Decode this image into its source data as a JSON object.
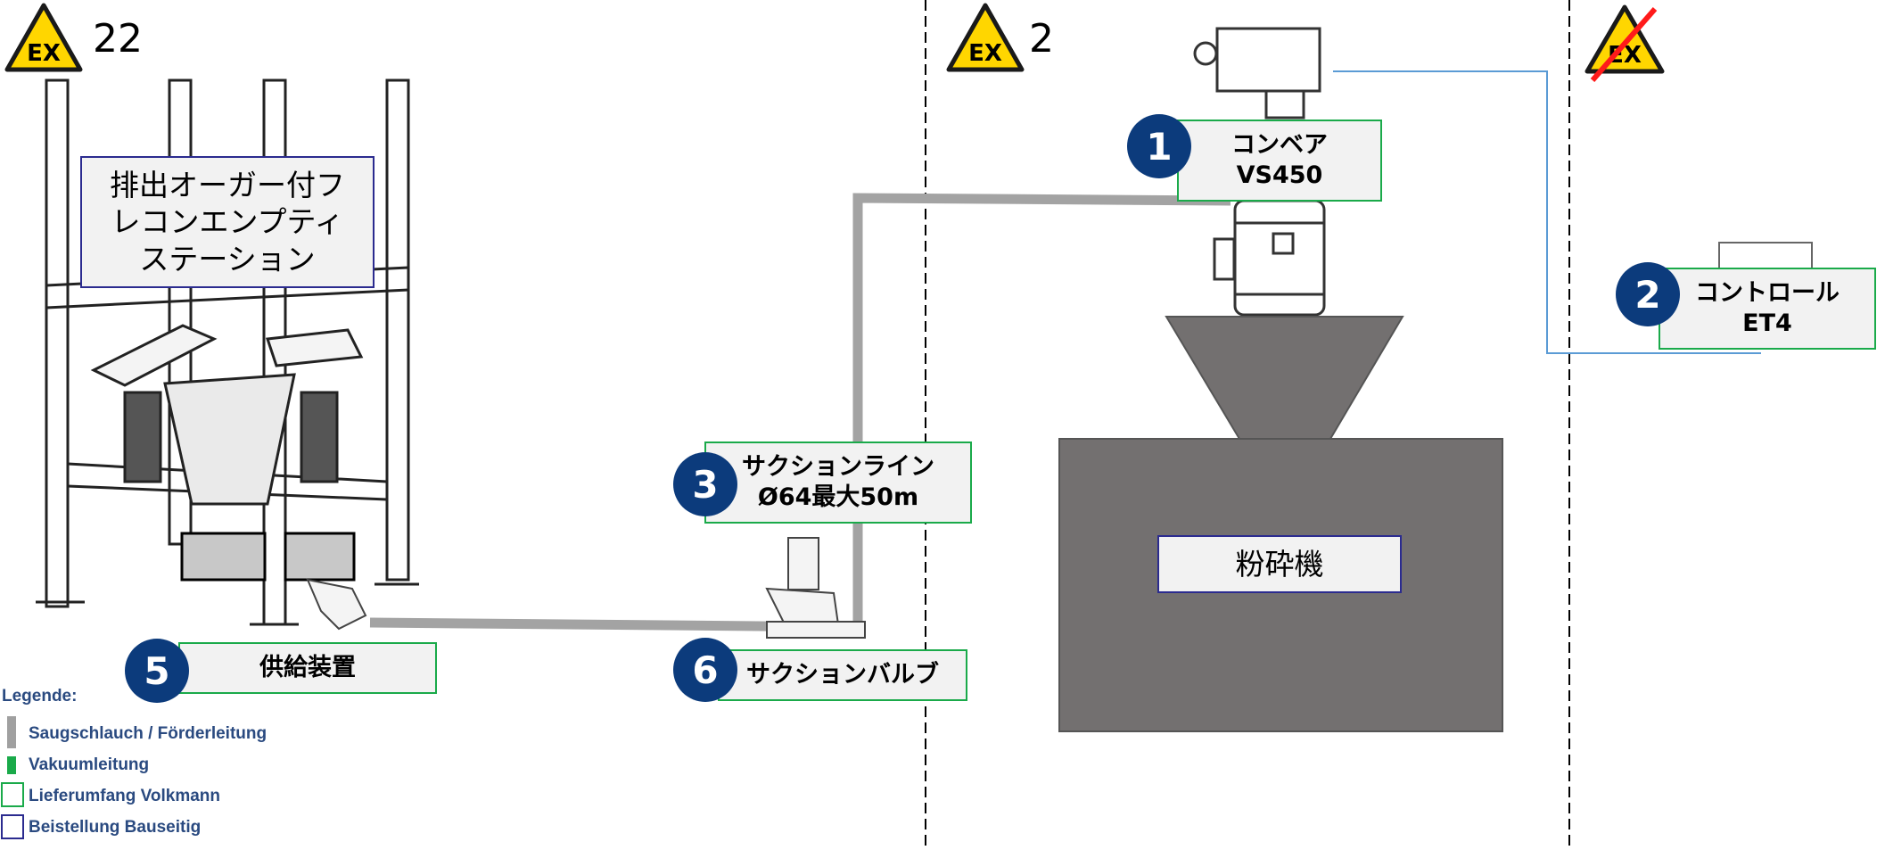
{
  "zones": {
    "zone_left": {
      "number": "22",
      "icon": "ex-warning-icon"
    },
    "zone_mid": {
      "number": "2",
      "icon": "ex-warning-icon"
    },
    "zone_right": {
      "icon": "ex-warning-crossed-icon"
    }
  },
  "labels": {
    "station": {
      "lines": [
        "排出オーガー付フ",
        "レコンエンプティ",
        "ステーション"
      ]
    },
    "conveyor": {
      "badge": "1",
      "lines": [
        "コンベア",
        "VS450"
      ]
    },
    "control": {
      "badge": "2",
      "lines": [
        "コントロール",
        "ET4"
      ]
    },
    "suction_line": {
      "badge": "3",
      "lines": [
        "サクションライン",
        "Ø64最大50m"
      ]
    },
    "feeder": {
      "badge": "5",
      "text": "供給装置"
    },
    "suction_valve": {
      "badge": "6",
      "text": "サクションバルブ"
    },
    "crusher": {
      "text": "粉砕機"
    }
  },
  "legend": {
    "title": "Legende:",
    "items": [
      {
        "text": "Saugschlauch / Förderleitung",
        "color": "#a0a0a0"
      },
      {
        "text": "Vakuumleitung",
        "color": "#1aaa4a"
      },
      {
        "text": "Lieferumfang Volkmann",
        "color": "#1aaa4a"
      },
      {
        "text": "Beistellung Bauseitig",
        "color": "#2b2b8f"
      }
    ]
  },
  "colors": {
    "badge": "#0c3b7c",
    "green_border": "#1aaa4a",
    "blue_border": "#2b2b8f",
    "hopper": "#737070",
    "pipe": "#a3a3a3",
    "cable": "#5b9bd5",
    "ex_yellow": "#ffd600"
  }
}
